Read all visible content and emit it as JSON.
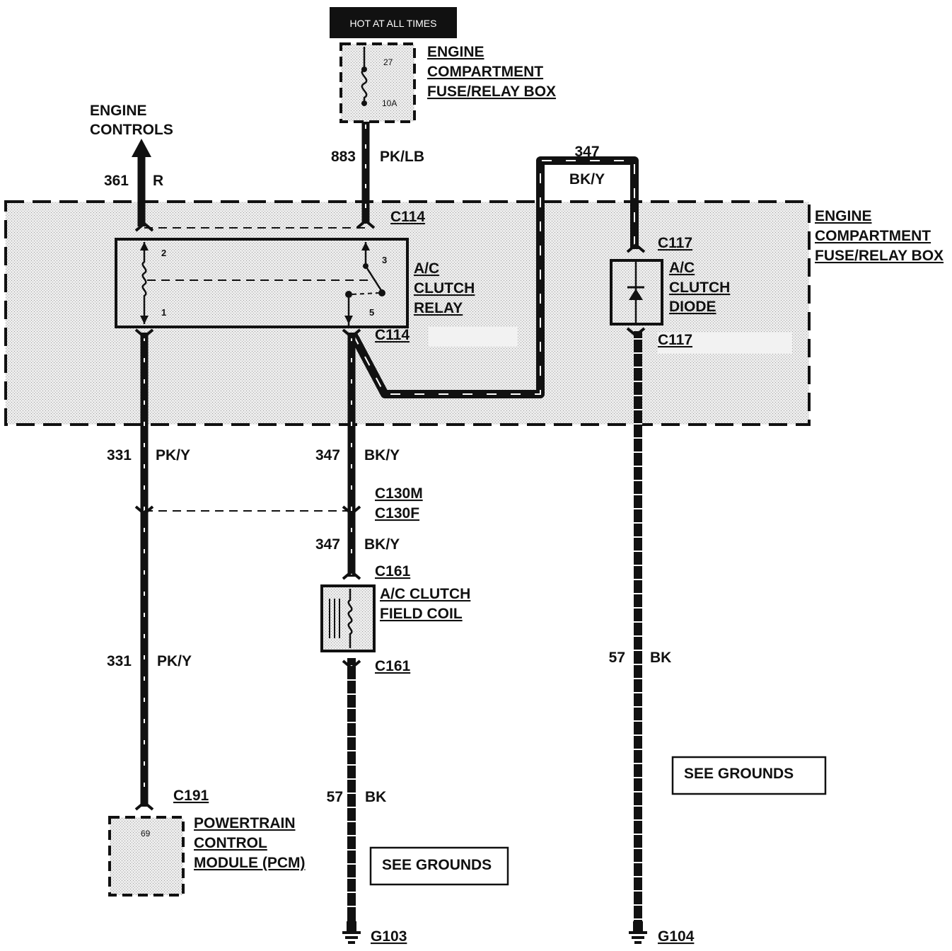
{
  "hot_label": "HOT AT ALL TIMES",
  "fuse": {
    "number": "27",
    "rating": "10A"
  },
  "fuse_box_top_label": [
    "ENGINE",
    "COMPARTMENT",
    "FUSE/RELAY BOX"
  ],
  "fuse_box_main_label": [
    "ENGINE",
    "COMPARTMENT",
    "FUSE/RELAY BOX"
  ],
  "engine_controls_label": [
    "ENGINE",
    "CONTROLS"
  ],
  "wires": {
    "w361": {
      "circuit": "361",
      "color": "R"
    },
    "w883": {
      "circuit": "883",
      "color": "PK/LB"
    },
    "w347_top": {
      "circuit": "347",
      "color": "BK/Y"
    },
    "w331_upper": {
      "circuit": "331",
      "color": "PK/Y"
    },
    "w347_mid": {
      "circuit": "347",
      "color": "BK/Y"
    },
    "w347_low": {
      "circuit": "347",
      "color": "BK/Y"
    },
    "w331_lower": {
      "circuit": "331",
      "color": "PK/Y"
    },
    "w57_center": {
      "circuit": "57",
      "color": "BK"
    },
    "w57_right": {
      "circuit": "57",
      "color": "BK"
    }
  },
  "connectors": {
    "c114_top": "C114",
    "c114_bottom": "C114",
    "c117_top": "C117",
    "c117_bottom": "C117",
    "c130m": "C130M",
    "c130f": "C130F",
    "c161_top": "C161",
    "c161_bottom": "C161",
    "c191": "C191"
  },
  "relay": {
    "label": [
      "A/C",
      "CLUTCH",
      "RELAY"
    ],
    "pins": [
      "2",
      "1",
      "3",
      "5"
    ]
  },
  "diode": {
    "label": [
      "A/C",
      "CLUTCH",
      "DIODE"
    ]
  },
  "field_coil": {
    "label": [
      "A/C CLUTCH",
      "FIELD COIL"
    ]
  },
  "pcm": {
    "label": [
      "POWERTRAIN",
      "CONTROL",
      "MODULE (PCM)"
    ],
    "pin": "69"
  },
  "grounds": {
    "g103": "G103",
    "g104": "G104",
    "see_grounds": "SEE GROUNDS"
  }
}
